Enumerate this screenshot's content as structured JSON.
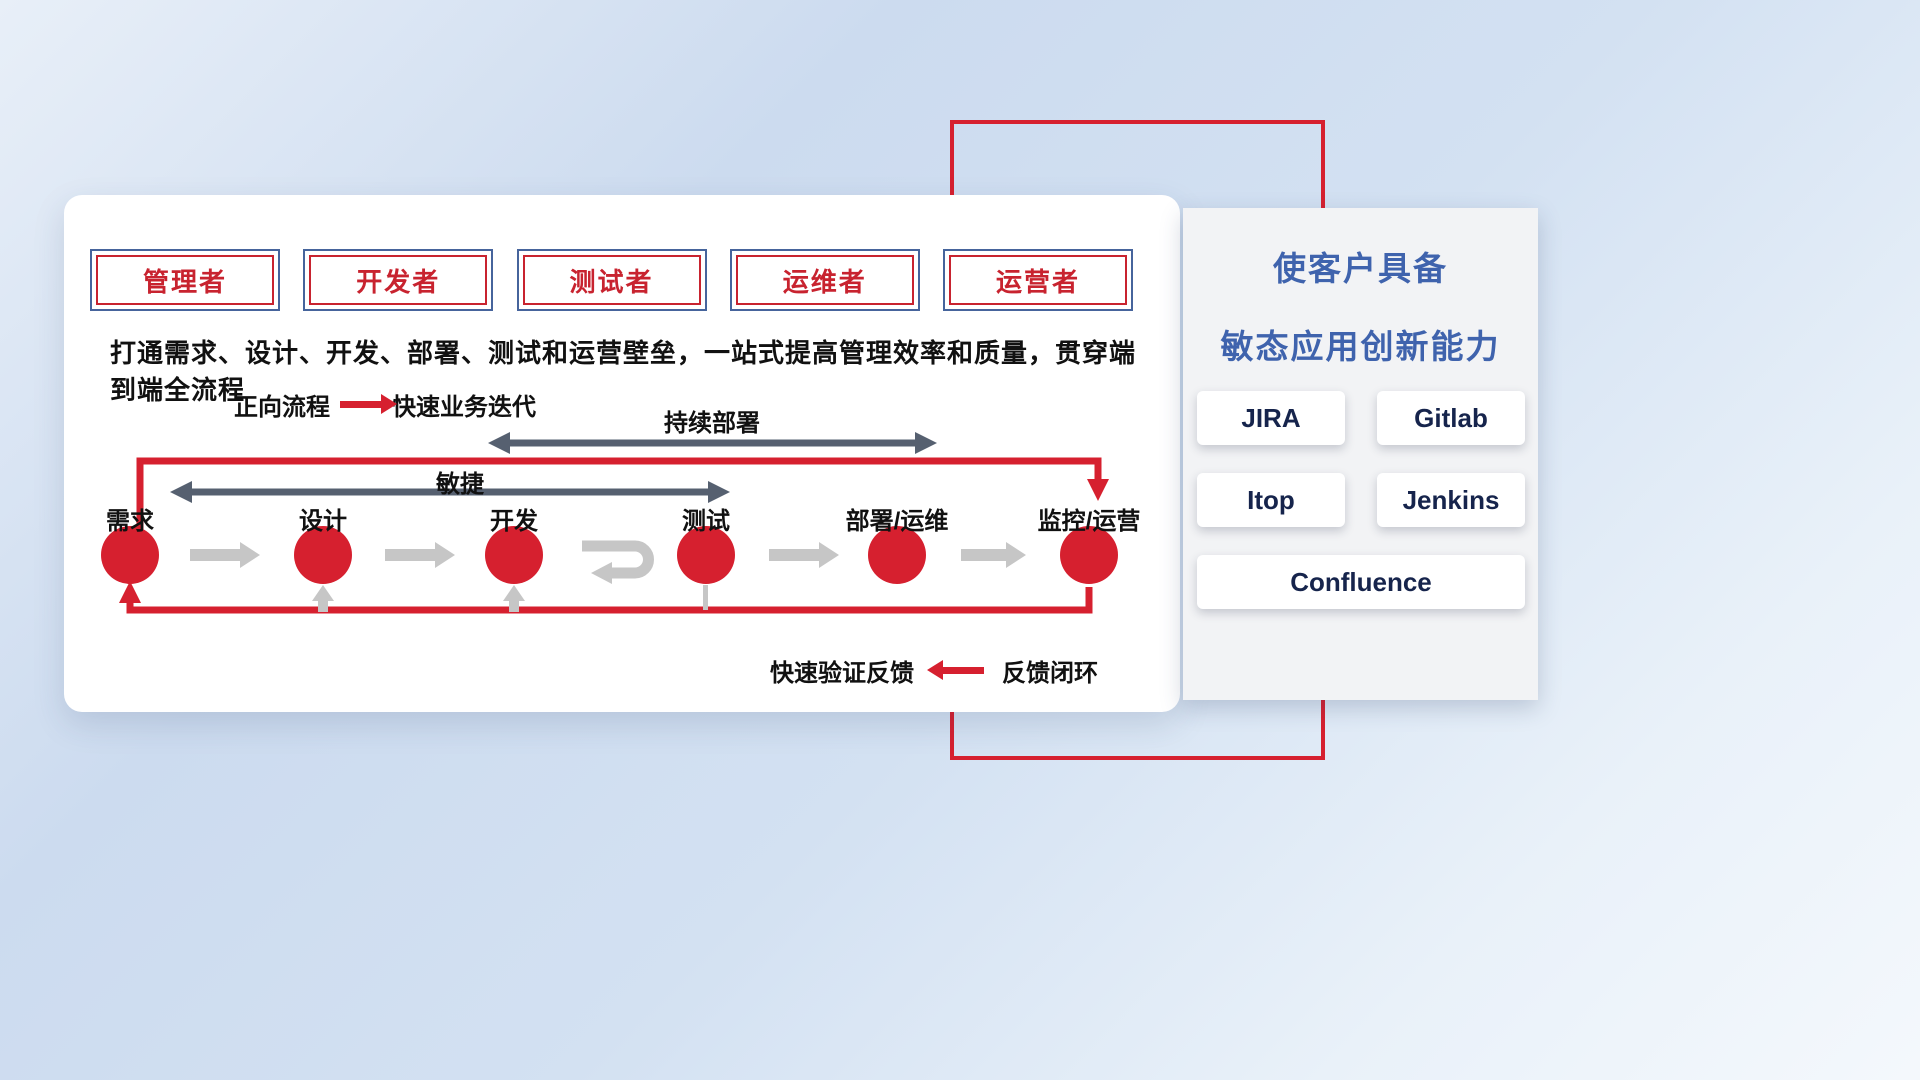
{
  "roles": [
    "管理者",
    "开发者",
    "测试者",
    "运维者",
    "运营者"
  ],
  "subtitle": "打通需求、设计、开发、部署、测试和运营壁垒，一站式提高管理效率和质量，贯穿端到端全流程",
  "forward_legend": {
    "label": "正向流程",
    "desc": "快速业务迭代"
  },
  "flow": {
    "span_deploy": "持续部署",
    "span_agile": "敏捷",
    "nodes": [
      "需求",
      "设计",
      "开发",
      "测试",
      "部署/运维",
      "监控/运营"
    ]
  },
  "feedback_legend": {
    "text": "快速验证反馈",
    "label": "反馈闭环"
  },
  "panel": {
    "title_line1": "使客户具备",
    "title_line2": "敏态应用创新能力",
    "tools": [
      "JIRA",
      "Gitlab",
      "Itop",
      "Jenkins",
      "Confluence"
    ]
  },
  "colors": {
    "primary_red": "#d6202f",
    "box_border_blue": "#46649c",
    "panel_title_blue": "#3f63ad",
    "dark_arrow": "#566070",
    "light_arrow": "#c6c6c6",
    "background_blue": "#ccdbef"
  }
}
